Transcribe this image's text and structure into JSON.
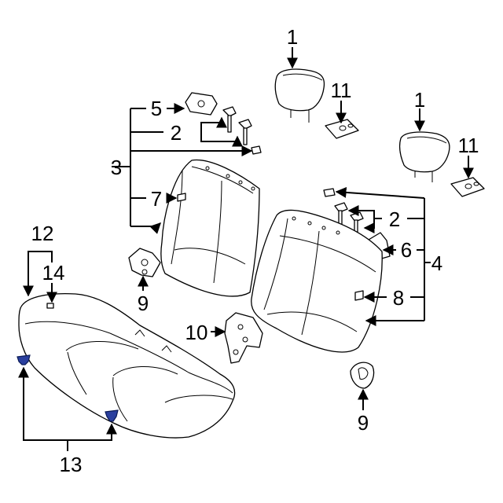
{
  "diagram": {
    "callouts": [
      {
        "id": "c1a",
        "text": "1"
      },
      {
        "id": "c1b",
        "text": "1"
      },
      {
        "id": "c2a",
        "text": "2"
      },
      {
        "id": "c2b",
        "text": "2"
      },
      {
        "id": "c3",
        "text": "3"
      },
      {
        "id": "c4",
        "text": "4"
      },
      {
        "id": "c5",
        "text": "5"
      },
      {
        "id": "c6",
        "text": "6"
      },
      {
        "id": "c7",
        "text": "7"
      },
      {
        "id": "c8",
        "text": "8"
      },
      {
        "id": "c9a",
        "text": "9"
      },
      {
        "id": "c9b",
        "text": "9"
      },
      {
        "id": "c10",
        "text": "10"
      },
      {
        "id": "c11a",
        "text": "11"
      },
      {
        "id": "c11b",
        "text": "11"
      },
      {
        "id": "c12",
        "text": "12"
      },
      {
        "id": "c13",
        "text": "13"
      },
      {
        "id": "c14",
        "text": "14"
      }
    ],
    "colors": {
      "line": "#000000",
      "clip_fill": "#2a3f9e",
      "background": "#ffffff"
    }
  }
}
